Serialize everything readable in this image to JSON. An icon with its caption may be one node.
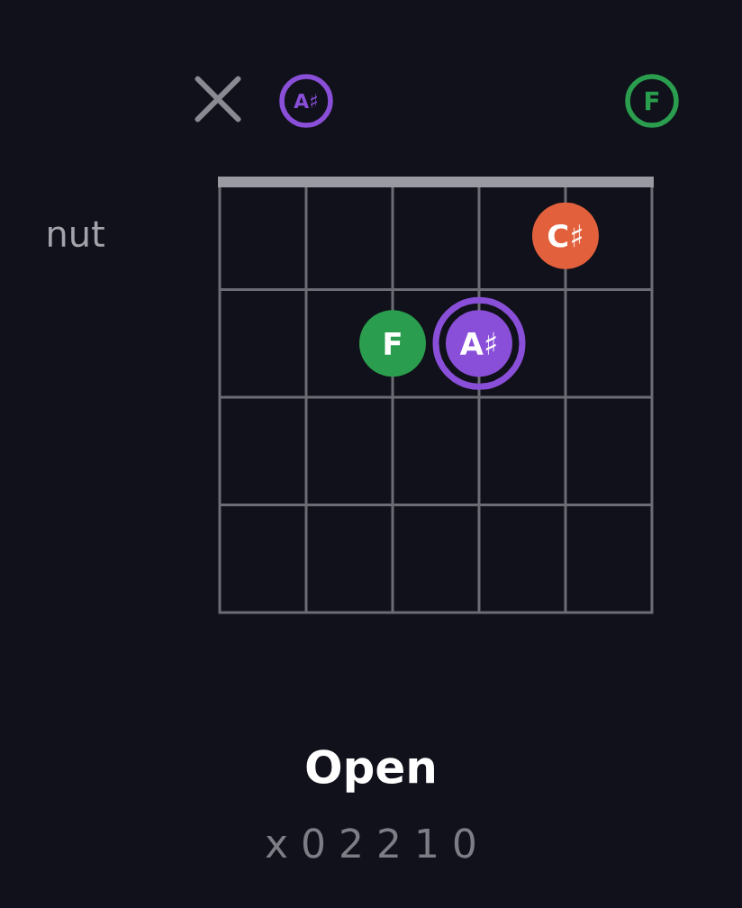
{
  "diagram": {
    "title": "Open",
    "nodes": [
      {
        "text": [],
        "shape": "cross"
      },
      {
        "text": [
          "A♯"
        ]
      },
      {
        "text": [
          "F"
        ]
      },
      {
        "text": [],
        "shape": "grid"
      },
      {
        "text": [
          "C♯"
        ],
        "in": 3
      },
      {
        "text": [
          "F"
        ],
        "in": 3
      },
      {
        "text": [
          "A♯"
        ],
        "in": 3
      }
    ],
    "labels": [
      "nut",
      "x 0 2 2 1 0"
    ]
  }
}
